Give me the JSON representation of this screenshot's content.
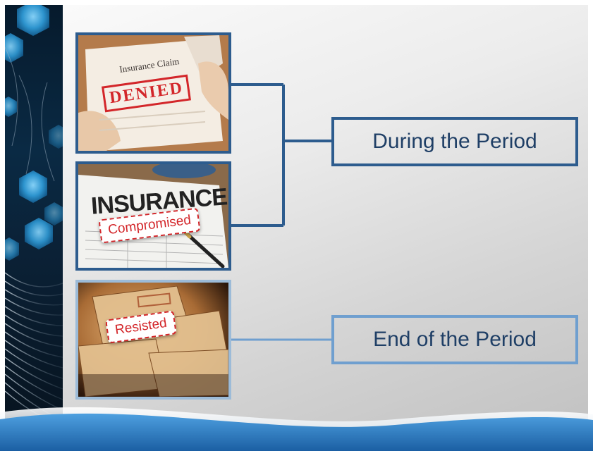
{
  "slide": {
    "photos": [
      {
        "stamp": "DENIED",
        "caption": "Insurance Claim"
      },
      {
        "heading": "INSURANCE",
        "stamp": "Compromised"
      },
      {
        "stamp": "Resisted"
      }
    ],
    "labels": {
      "during": "During the Period",
      "end": "End of the Period"
    }
  },
  "colors": {
    "dark_blue": "#2d5c8e",
    "light_blue": "#6f9fcf",
    "stamp_red": "#d3262a",
    "band_blue": "#2a7ac2"
  }
}
